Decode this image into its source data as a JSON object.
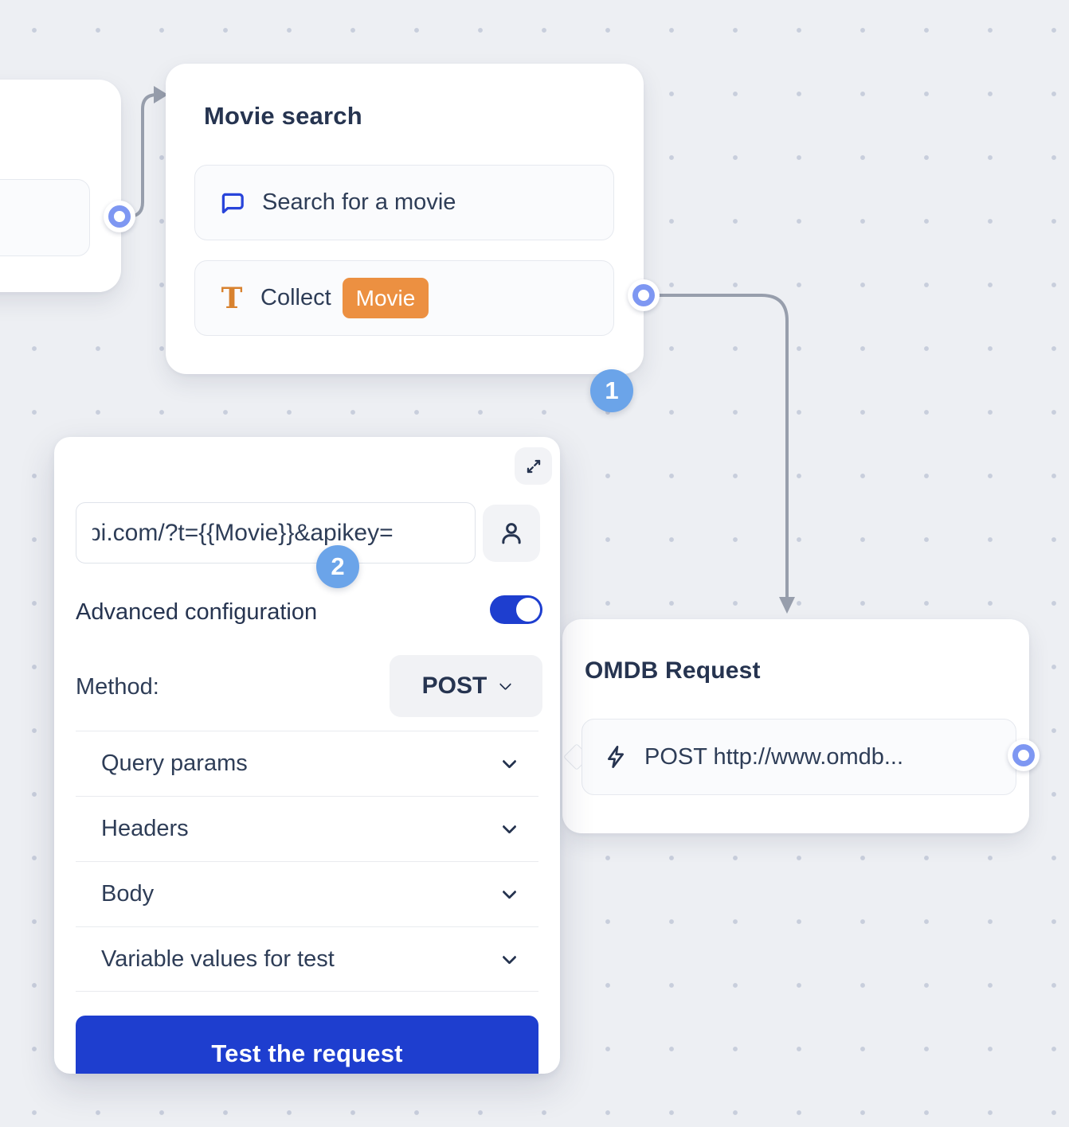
{
  "canvas": {
    "background": "#edeff3",
    "dot_color": "#c8cedc"
  },
  "movie_card": {
    "title": "Movie search",
    "items": [
      {
        "icon": "chat-bubble-icon",
        "label": "Search for a movie"
      },
      {
        "icon": "text-icon",
        "label": "Collect",
        "badge": "Movie"
      }
    ],
    "step_badge": "1"
  },
  "request_panel": {
    "step_badge": "2",
    "url_value": "pi.com/?t={{Movie}}&apikey=",
    "advanced_label": "Advanced configuration",
    "advanced_enabled": true,
    "method_label": "Method:",
    "method_value": "POST",
    "sections": [
      "Query params",
      "Headers",
      "Body",
      "Variable values for test"
    ],
    "test_button_label": "Test the request"
  },
  "omdb_card": {
    "title": "OMDB Request",
    "item_label": "POST http://www.omdb..."
  },
  "colors": {
    "primary_blue": "#1e3ecf",
    "badge_orange": "#ec9041",
    "step_badge_blue": "#6ba4e9",
    "connector_ring_blue": "#7e97f2",
    "connection_line_gray": "#979eac",
    "text_dark": "#263450"
  }
}
